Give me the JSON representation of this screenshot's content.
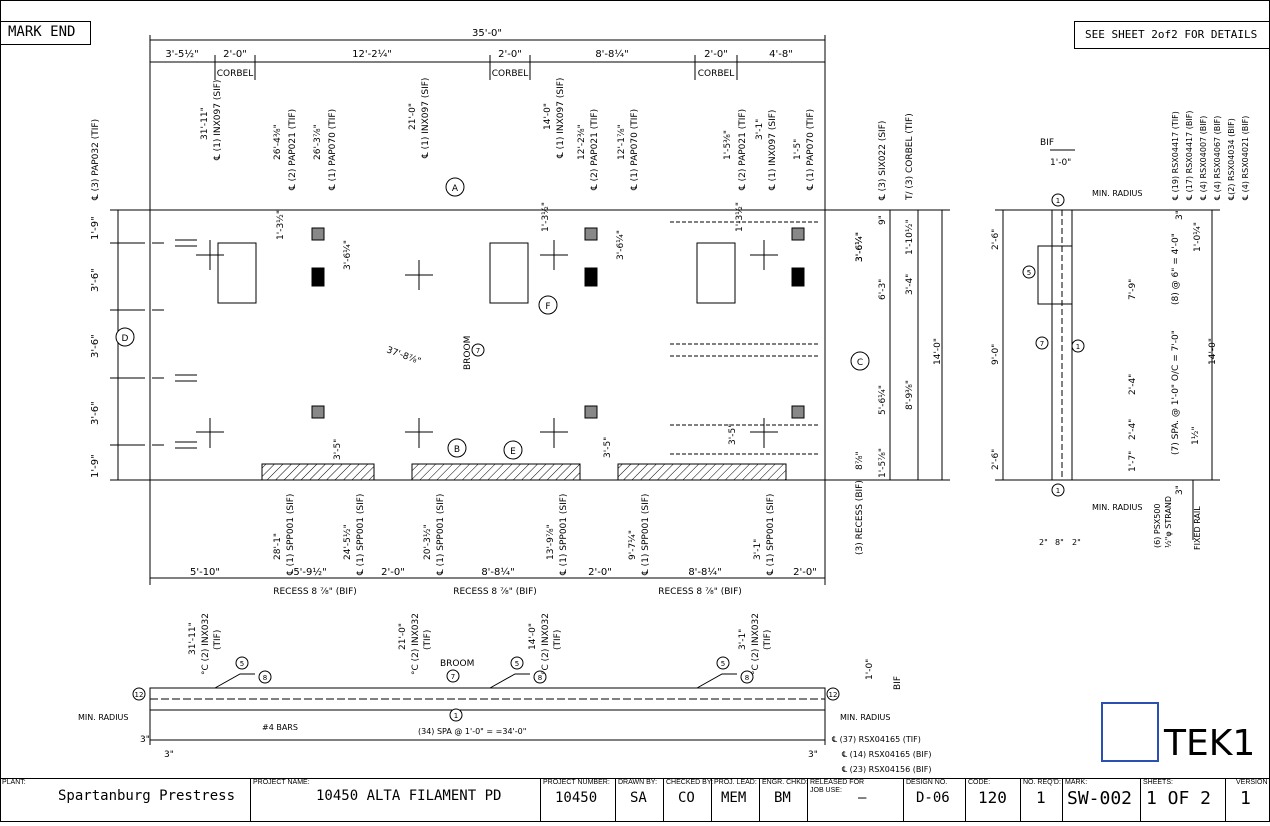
{
  "header": {
    "mark_end": "MARK END",
    "see_sheet": "SEE SHEET 2of2 FOR DETAILS"
  },
  "plan": {
    "overall": "35'-0\"",
    "top_dims": [
      "3'-5½\"",
      "2'-0\"",
      "12'-2¼\"",
      "2'-0\"",
      "8'-8¼\"",
      "2'-0\"",
      "4'-8\""
    ],
    "corbel": "CORBEL",
    "top_callouts": [
      "31'-11\"",
      "℄ (1) INX097 (SIF)",
      "26'-4⅜\"",
      "26'-3⅞\"",
      "℄ (2) PAP021 (TIF)",
      "℄ (1) PAP070 (TIF)",
      "21'-0\"",
      "℄ (1) INX097 (SIF)",
      "14'-0\"",
      "℄ (1) INX097 (SIF)",
      "12'-2⅜\"",
      "12'-1⅞\"",
      "℄ (2) PAP021 (TIF)",
      "℄ (1) PAP070 (TIF)",
      "1'-5⅜\"",
      "3'-1\"",
      "1'-5\"",
      "℄ (2) PAP021 (TIF)",
      "℄ (1) INX097 (SIF)",
      "℄ (1) PAP070 (TIF)"
    ],
    "left_callout": "℄ (3) PAP032 (TIF)",
    "left_dims": [
      "1'-9\"",
      "3'-6\"",
      "3'-6\"",
      "3'-6\"",
      "1'-9\""
    ],
    "inner_dims": [
      "1'-3½\"",
      "3'-6¼\"",
      "1'-3½\"",
      "3'-6¼\"",
      "1'-3½\"",
      "3'-6¼\"",
      "3'-5\"",
      "3'-5\"",
      "3'-5\""
    ],
    "diag_dim": "37'-8⅞\"",
    "broom": "BROOM",
    "markers": [
      "A",
      "B",
      "C",
      "D",
      "E",
      "F",
      "7"
    ],
    "right_dims": [
      "3'-6¼\"",
      "6'-3\"",
      "5'-6¼\"",
      "1'-5⅞\"",
      "8⅞\"",
      "9\"",
      "1'-10½\"",
      "3'-4\"",
      "8'-9⅜\"",
      "14'-0\""
    ],
    "right_callouts": [
      "℄ (3) SIX022 (SIF)",
      "T/ (3) CORBEL (TIF)",
      "(3) RECESS (BIF)"
    ],
    "bottom_callouts": [
      "28'-1\"",
      "℄ (1) SPP001 (SIF)",
      "24'-5½\"",
      "℄ (1) SPP001 (SIF)",
      "20'-3½\"",
      "℄ (1) SPP001 (SIF)",
      "13'-9⅞\"",
      "℄ (1) SPP001 (SIF)",
      "9'-7¼\"",
      "℄ (1) SPP001 (SIF)",
      "3'-1\"",
      "℄ (1) SPP001 (SIF)"
    ],
    "bottom_dims": [
      "5'-10\"",
      "5'-9½\"",
      "2'-0\"",
      "8'-8¼\"",
      "2'-0\"",
      "8'-8¼\"",
      "2'-0\""
    ],
    "recess": "RECESS 8 ⅞\" (BIF)"
  },
  "section_view": {
    "bif": "BIF",
    "one_ft": "1'-0\"",
    "min_radius": "MIN. RADIUS",
    "markers": [
      "1",
      "5",
      "7",
      "1",
      "1"
    ],
    "left_dims": [
      "2'-6\"",
      "9'-0\"",
      "2'-6\""
    ],
    "right_dims": [
      "3\"",
      "7'-9\"",
      "2'-4\"",
      "2'-4\"",
      "1'-7\"",
      "3\"",
      "1'-0¼\"",
      "14'-0\"",
      "1½\""
    ],
    "spacing": [
      "(8) @ 6\" = 4'-0\"",
      "(7) SPA. @ 1'-0\" O/C = 7'-0\""
    ],
    "bottom_dims": [
      "2\"",
      "8\"",
      "2\""
    ],
    "strand": [
      "(6) PSX500",
      "½\"φ STRAND"
    ],
    "fixed_rail": "FIXED RAIL",
    "callouts": [
      "℄ (19) RSX04417 (TIF)",
      "℄ (17) RSX04417 (BIF)",
      "℄ (4) RSX04007 (BIF)",
      "℄ (4) RSX04067 (BIF)",
      "℄(2) RSX04034 (BIF)",
      "℄ (4) RSX04021 (BIF)"
    ]
  },
  "elevation": {
    "callouts": [
      "31'-11\"",
      "°C (2) INX032",
      "(TIF)",
      "21'-0\"",
      "°C (2) INX032",
      "(TIF)",
      "14'-0\"",
      "°C (2) INX032",
      "(TIF)",
      "3'-1\"",
      "°C (2) INX032",
      "(TIF)"
    ],
    "broom": "BROOM",
    "markers": [
      "5",
      "8",
      "7",
      "5",
      "8",
      "5",
      "8",
      "12",
      "12",
      "1"
    ],
    "bars": "#4 BARS",
    "min_radius": "MIN. RADIUS",
    "spacing": "(34) SPA @ 1'-0\" = =34'-0\"",
    "dims": [
      "3\"",
      "3\"",
      "3\"",
      "1'-0\"",
      "BIF"
    ],
    "right_callouts": [
      "℄ (37) RSX04165 (TIF)",
      "℄ (14) RSX04165 (BIF)",
      "℄ (23) RSX04156 (BIF)"
    ]
  },
  "logo": {
    "text": "TEK1",
    "color": "#2b4fb3"
  },
  "title_block": {
    "plant_label": "PLANT:",
    "plant": "Spartanburg Prestress",
    "project_name_label": "PROJECT NAME:",
    "project_name": "10450 ALTA FILAMENT PD",
    "project_number_label": "PROJECT NUMBER:",
    "project_number": "10450",
    "drawn_by_label": "DRAWN BY:",
    "drawn_by": "SA",
    "checked_by_label": "CHECKED BY:",
    "checked_by": "CO",
    "proj_lead_label": "PROJ. LEAD:",
    "proj_lead": "MEM",
    "engr_chkd_label": "ENGR. CHKD:",
    "engr_chkd": "BM",
    "released_label": "RELEASED FOR JOB USE:",
    "released": "–",
    "design_no_label": "DESIGN NO.",
    "design_no": "D-06",
    "code_label": "CODE:",
    "code": "120",
    "no_reqd_label": "NO. REQ'D:",
    "no_reqd": "1",
    "mark_label": "MARK:",
    "mark": "SW-002",
    "sheets_label": "SHEETS:",
    "sheets": "1 OF 2",
    "version_label": "VERSION",
    "version": "1"
  }
}
